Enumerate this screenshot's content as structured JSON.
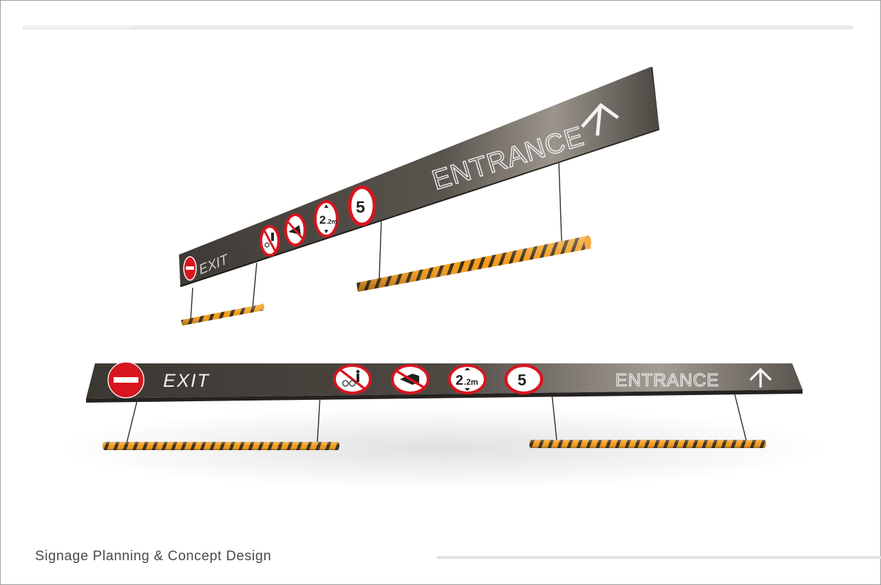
{
  "caption": "Signage Planning & Concept Design",
  "sign": {
    "exit_label": "EXIT",
    "entrance_label": "ENTRANCE",
    "arrow": "up-arrow-icon",
    "icons": {
      "no_entry": "no-entry-icon",
      "no_bikes_pedestrians": "no-bicycles-pedestrians-icon",
      "no_horn": "no-horn-icon",
      "height_limit": "height-limit-icon",
      "speed_limit": "speed-limit-icon"
    },
    "height_limit_text": "2.2m",
    "height_limit_big": "2",
    "height_limit_small": ".2m",
    "speed_limit_text": "5"
  },
  "colors": {
    "board": "#4a4540",
    "board_highlight": "#8e8880",
    "sign_red": "#d8151e",
    "text_light": "#f2f2f2",
    "bar_orange": "#f49a16",
    "bar_stripe": "#3a2a12"
  }
}
